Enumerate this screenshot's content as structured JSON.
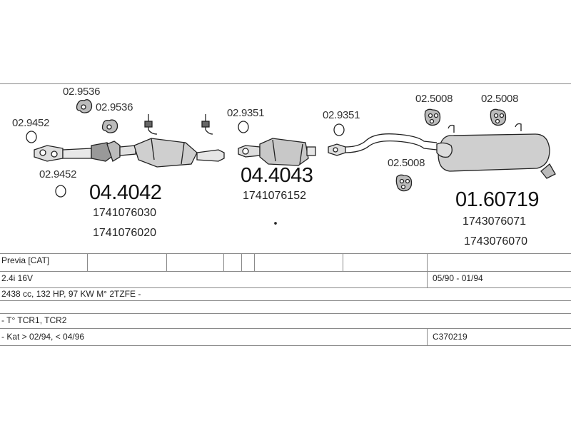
{
  "parts": {
    "clamp_left_top": "02.9536",
    "clamp_left_mid": "02.9536",
    "ring_left": "02.9452",
    "ring_left_low": "02.9452",
    "ring_mid": "02.9351",
    "ring_mid_right": "02.9351",
    "hanger_1": "02.5008",
    "hanger_2": "02.5008",
    "hanger_3": "02.5008",
    "group_front": {
      "code": "04.4042",
      "oe1": "1741076030",
      "oe2": "1741076020"
    },
    "group_cat": {
      "code": "04.4043",
      "oe1": "1741076152"
    },
    "group_rear": {
      "code": "01.60719",
      "oe1": "1743076071",
      "oe2": "1743076070"
    }
  },
  "table": {
    "model": "Previa  [CAT]",
    "engine": "2.4i  16V",
    "years": "05/90 - 01/94",
    "spec": "2438 cc, 132 HP, 97 KW M° 2TZFE -",
    "types": "- T° TCR1, TCR2",
    "kat": "- Kat > 02/94, < 04/96",
    "ref": "C370219"
  }
}
